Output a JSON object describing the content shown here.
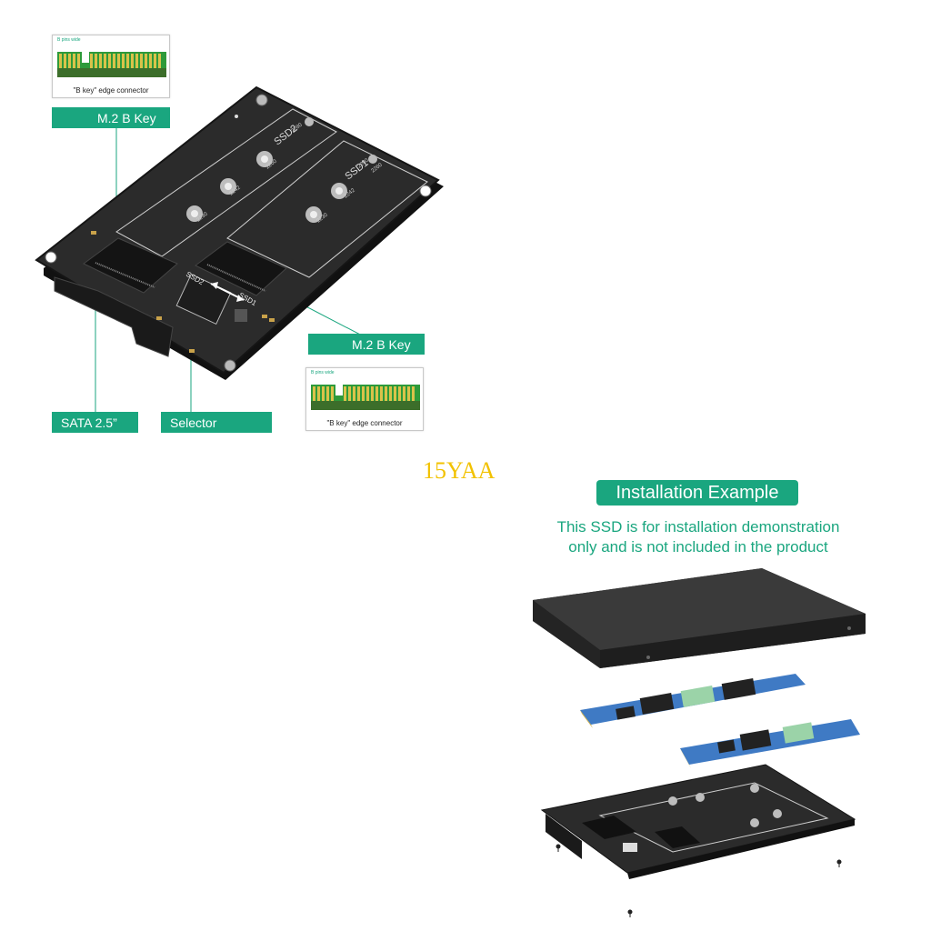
{
  "top_left_edge": {
    "small_label": "B pins wide",
    "caption": "\"B key\" edge connector"
  },
  "bottom_right_edge": {
    "small_label": "B pins wide",
    "caption": "\"B key\" edge connector"
  },
  "labels": {
    "m2_top": "M.2 B Key",
    "m2_right": "M.2 B Key",
    "sata": "SATA  2.5”",
    "selector": "Selector"
  },
  "board_text": {
    "ssd1": "SSD1",
    "ssd2": "SSD2",
    "sizes_left": [
      "2280",
      "2260",
      "2242",
      "2230"
    ],
    "sizes_right": [
      "2280",
      "2260",
      "2242",
      "2230"
    ],
    "switch_ssd1": "SSD1",
    "switch_ssd2": "SSD2"
  },
  "watermark": "15YAA",
  "installation": {
    "title": "Installation Example",
    "note_line1": "This SSD is for installation demonstration",
    "note_line2": "only and is not included in the product"
  },
  "colors": {
    "accent": "#1aa67f",
    "board": "#2a2a2a",
    "watermark": "#f2c200"
  }
}
